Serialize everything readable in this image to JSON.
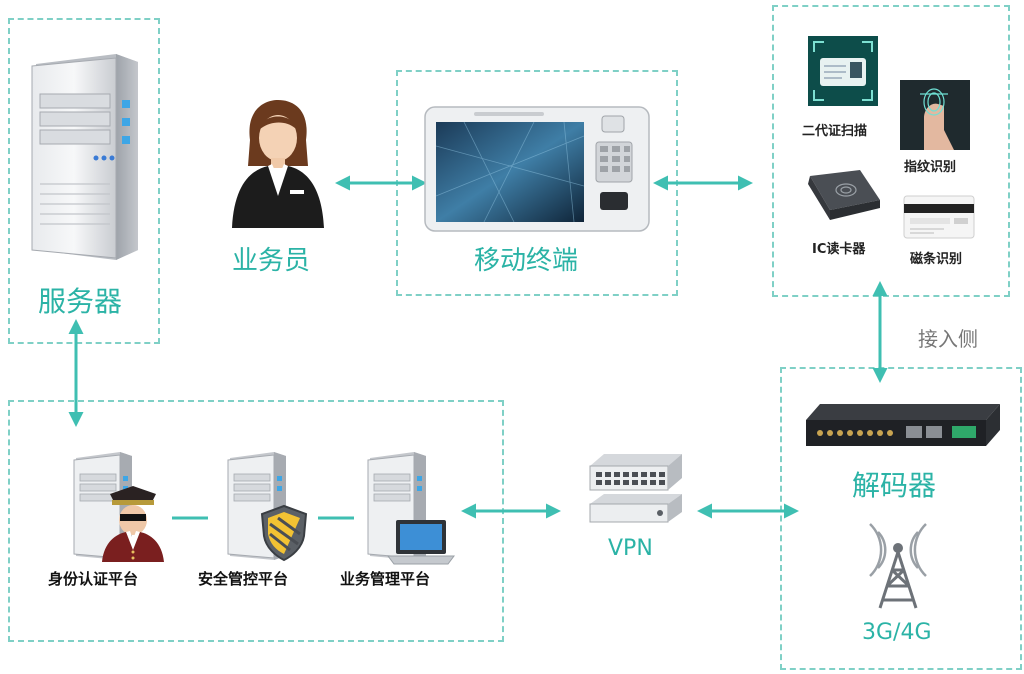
{
  "labels": {
    "server": "服务器",
    "operator": "业务员",
    "mobile_terminal": "移动终端",
    "id_scan": "二代证扫描",
    "fingerprint": "指纹识别",
    "ic_reader": "IC读卡器",
    "magstripe": "磁条识别",
    "access_side": "接入侧",
    "decoder": "解码器",
    "network": "3G/4G",
    "vpn": "VPN",
    "id_auth_platform": "身份认证平台",
    "security_platform": "安全管控平台",
    "business_platform": "业务管理平台"
  },
  "colors": {
    "accent": "#2bb3a6",
    "dashed_border": "#7fd0c6",
    "arrow": "#3fbfb2"
  },
  "icons": [
    "server-tower-icon",
    "operator-person-icon",
    "tablet-terminal-icon",
    "id-card-scan-icon",
    "fingerprint-icon",
    "ic-card-reader-icon",
    "magstripe-card-icon",
    "decoder-rack-icon",
    "cell-tower-icon",
    "vpn-switch-icon",
    "small-server-icon",
    "guard-person-icon",
    "shield-icon",
    "laptop-icon"
  ]
}
